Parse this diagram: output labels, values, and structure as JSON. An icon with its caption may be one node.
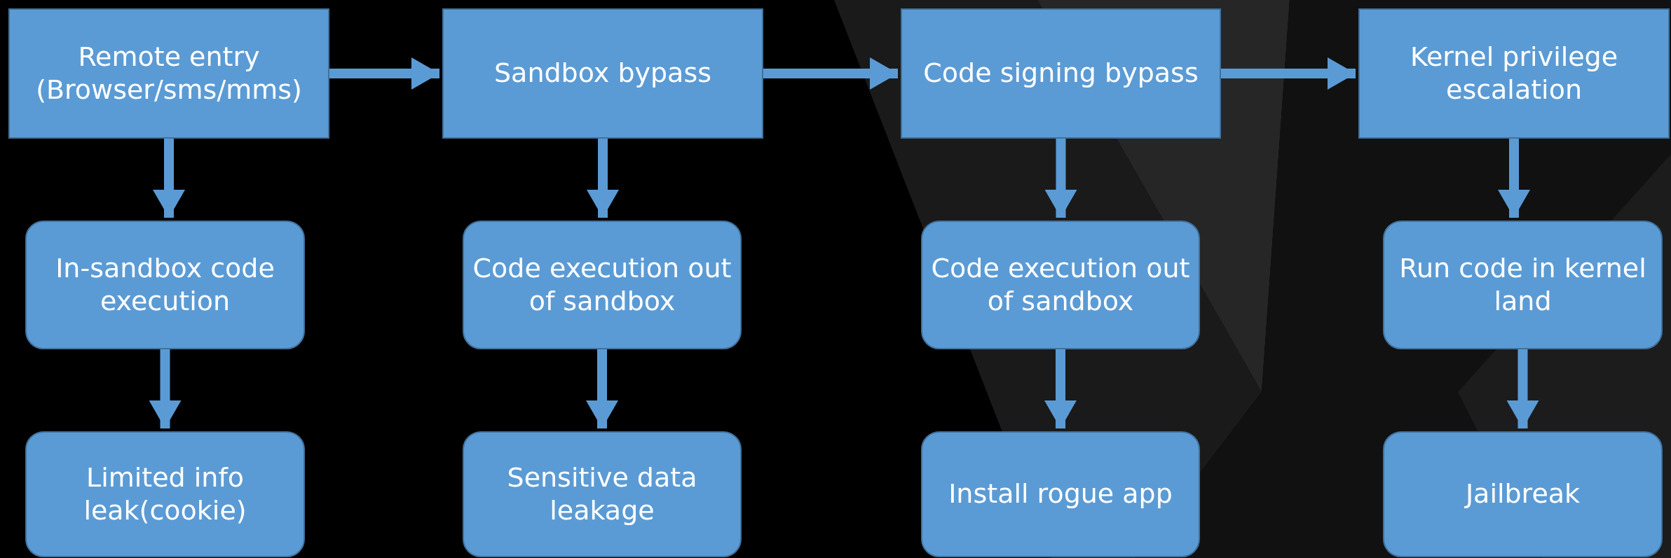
{
  "diagram": {
    "nodes": [
      {
        "text": [
          "Remote entry (Browser/sms/mms)"
        ]
      },
      {
        "text": [
          "Sandbox bypass"
        ]
      },
      {
        "text": [
          "Code signing bypass"
        ]
      },
      {
        "text": [
          "Kernel privilege escalation"
        ]
      },
      {
        "text": [
          "In-sandbox code execution"
        ]
      },
      {
        "text": [
          "Code execution out of sandbox"
        ]
      },
      {
        "text": [
          "Code execution out of sandbox"
        ]
      },
      {
        "text": [
          "Run code in kernel land"
        ]
      },
      {
        "text": [
          "Limited info leak(cookie)"
        ]
      },
      {
        "text": [
          "Sensitive data leakage"
        ]
      },
      {
        "text": [
          "Install rogue app"
        ]
      },
      {
        "text": [
          "Jailbreak"
        ]
      }
    ],
    "edges": [
      {
        "from": 0,
        "to": 1,
        "arrow": "to"
      },
      {
        "from": 1,
        "to": 2,
        "arrow": "to"
      },
      {
        "from": 2,
        "to": 3,
        "arrow": "to"
      },
      {
        "from": 0,
        "to": 4,
        "arrow": "to"
      },
      {
        "from": 4,
        "to": 8,
        "arrow": "to"
      },
      {
        "from": 1,
        "to": 5,
        "arrow": "to"
      },
      {
        "from": 5,
        "to": 9,
        "arrow": "to"
      },
      {
        "from": 2,
        "to": 6,
        "arrow": "to"
      },
      {
        "from": 6,
        "to": 10,
        "arrow": "to"
      },
      {
        "from": 3,
        "to": 7,
        "arrow": "to"
      },
      {
        "from": 7,
        "to": 11,
        "arrow": "to"
      }
    ]
  }
}
